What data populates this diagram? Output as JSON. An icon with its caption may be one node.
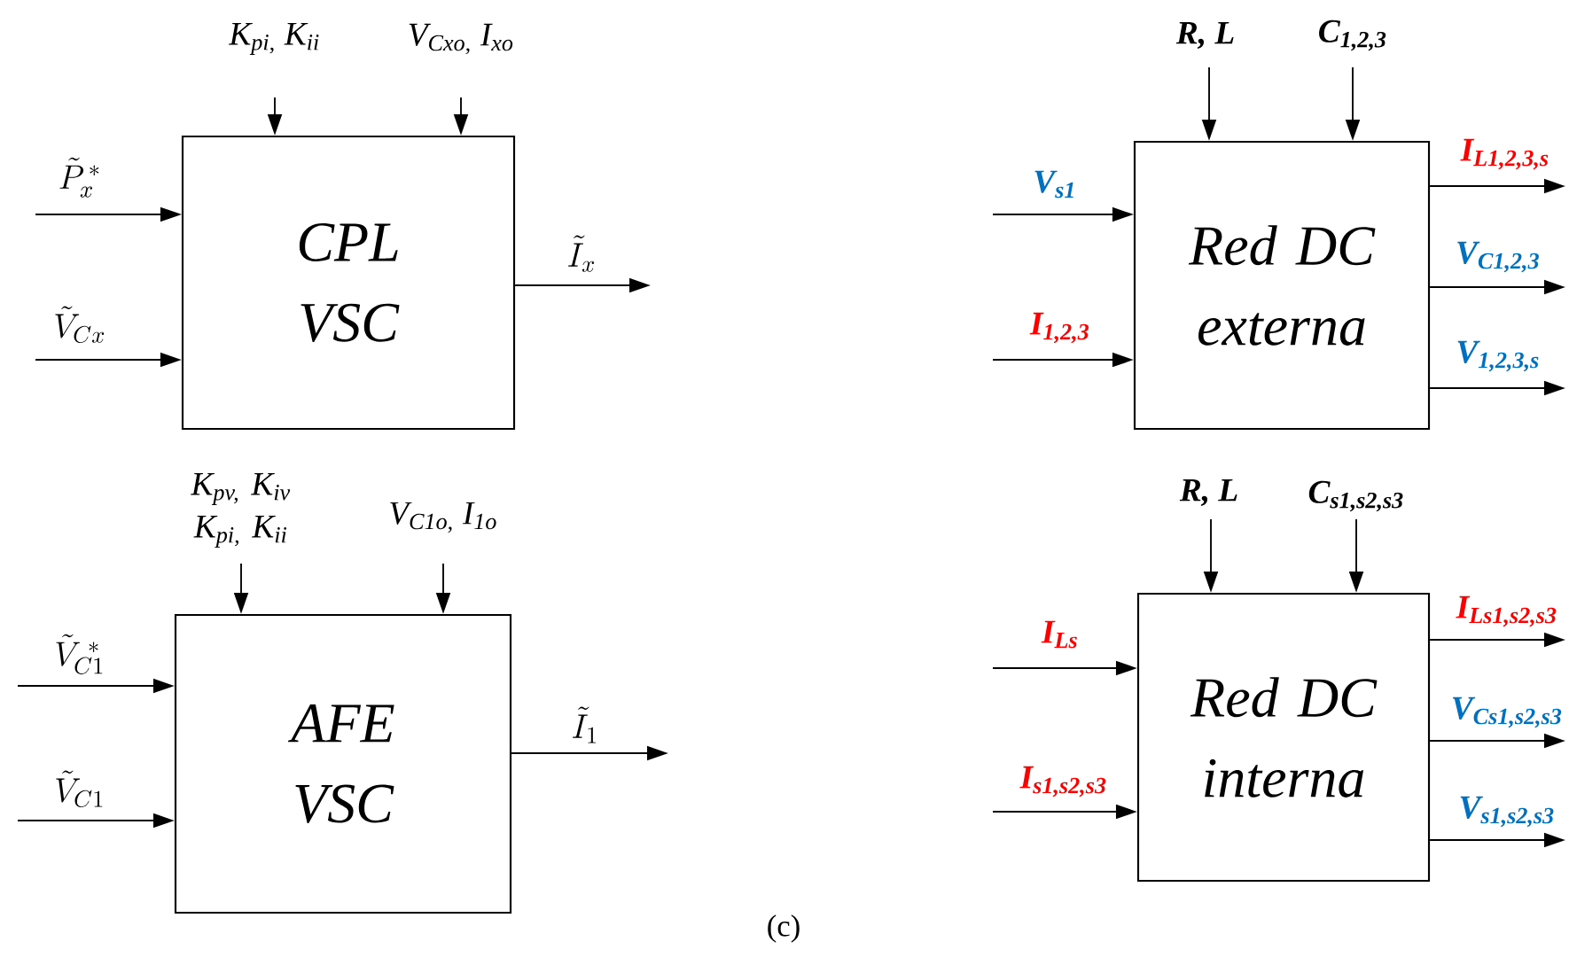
{
  "diagram": {
    "nodes": [
      {
        "text": [
          "CPL VSC"
        ]
      },
      {
        "text": [
          "Red DC externa"
        ]
      },
      {
        "text": [
          "AFE VSC"
        ]
      },
      {
        "text": [
          "Red DC interna"
        ]
      }
    ],
    "edges": [
      {
        "from": null,
        "to": 0,
        "arrow": "to",
        "label": "K$_{pi,}$ K$_{ii}$"
      },
      {
        "from": null,
        "to": 0,
        "arrow": "to",
        "label": "V$_{Cxo,}$ I$_{xo}$"
      },
      {
        "from": null,
        "to": 0,
        "arrow": "to",
        "label": "\\tilde{P}_x^{\\,*}"
      },
      {
        "from": null,
        "to": 0,
        "arrow": "to",
        "label": "\\tilde{V}_{Cx}"
      },
      {
        "from": 0,
        "to": null,
        "arrow": "to",
        "label": "\\tilde{I}_x"
      },
      {
        "from": null,
        "to": 1,
        "arrow": "to",
        "label": "R, L"
      },
      {
        "from": null,
        "to": 1,
        "arrow": "to",
        "label": "C$_{1,2,3}$"
      },
      {
        "from": null,
        "to": 1,
        "arrow": "to",
        "label": "V$_{s1}$"
      },
      {
        "from": null,
        "to": 1,
        "arrow": "to",
        "label": "I$_{1,2,3}$"
      },
      {
        "from": 1,
        "to": null,
        "arrow": "to",
        "label": "I$_{L1,2,3,s}$"
      },
      {
        "from": 1,
        "to": null,
        "arrow": "to",
        "label": "V$_{C1,2,3}$"
      },
      {
        "from": 1,
        "to": null,
        "arrow": "to",
        "label": "V$_{1,2,3,s}$"
      },
      {
        "from": null,
        "to": 2,
        "arrow": "to",
        "label": "K$_{pv,}$ K$_{iv}$ K$_{pi,}$ K$_{ii}$"
      },
      {
        "from": null,
        "to": 2,
        "arrow": "to",
        "label": "V$_{C1o,}$ I$_{1o}$"
      },
      {
        "from": null,
        "to": 2,
        "arrow": "to",
        "label": "\\tilde{V}_{C1}^{\\;*}"
      },
      {
        "from": null,
        "to": 2,
        "arrow": "to",
        "label": "\\tilde{V}_{C1}"
      },
      {
        "from": 2,
        "to": null,
        "arrow": "to",
        "label": "\\tilde{I}_1"
      },
      {
        "from": null,
        "to": 3,
        "arrow": "to",
        "label": "R, L"
      },
      {
        "from": null,
        "to": 3,
        "arrow": "to",
        "label": "C$_{s1,s2,s3}$"
      },
      {
        "from": null,
        "to": 3,
        "arrow": "to",
        "label": "I$_{Ls}$"
      },
      {
        "from": null,
        "to": 3,
        "arrow": "to",
        "label": "I$_{s1,s2,s3}$"
      },
      {
        "from": 3,
        "to": null,
        "arrow": "to",
        "label": "I$_{Ls1,s2,s3}$"
      },
      {
        "from": 3,
        "to": null,
        "arrow": "to",
        "label": "V$_{Cs1,s2,s3}$"
      },
      {
        "from": 3,
        "to": null,
        "arrow": "to",
        "label": "V$_{s1,s2,s3}$"
      }
    ],
    "labels": [
      "(c)"
    ]
  }
}
